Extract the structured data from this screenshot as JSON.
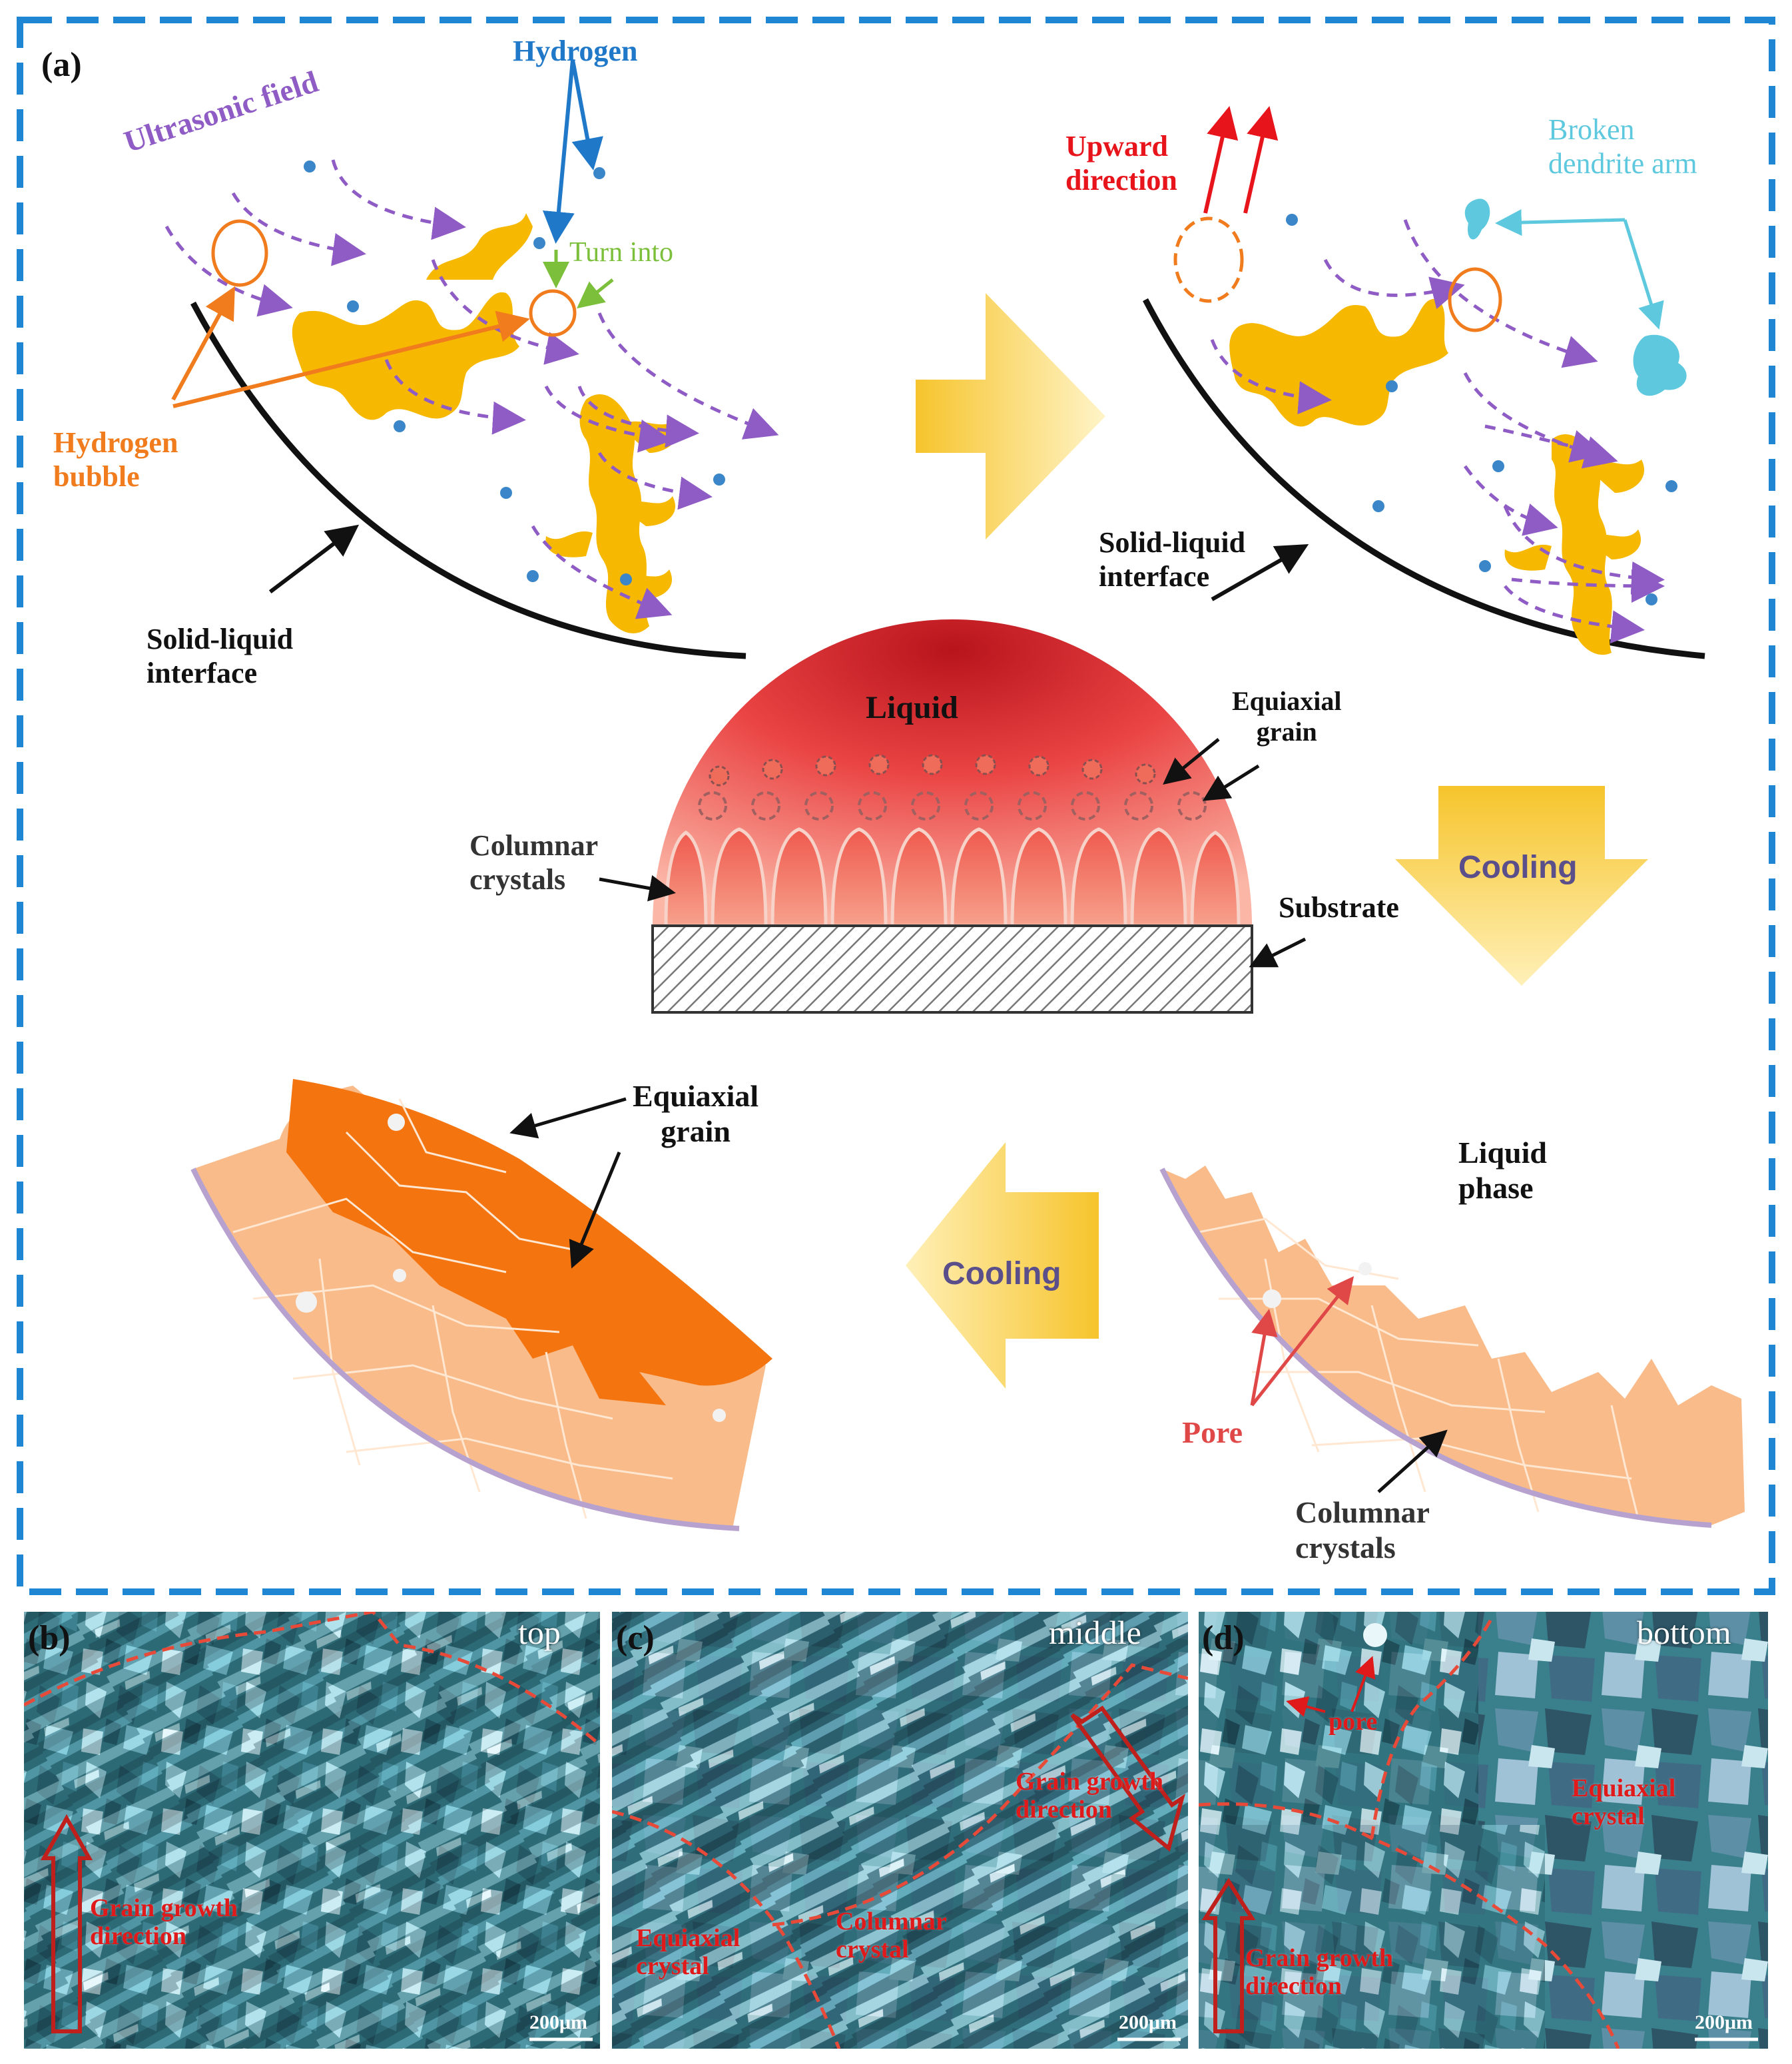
{
  "panel_a": {
    "letter": "(a)",
    "top_left": {
      "hydrogen": "Hydrogen",
      "ultrasonic_field": "Ultrasonic field",
      "turn_into": "Turn into",
      "hydrogen_bubble": "Hydrogen\nbubble",
      "solid_liquid_interface": "Solid-liquid\ninterface"
    },
    "top_right": {
      "upward_direction": "Upward\ndirection",
      "broken_dendrite_arm": "Broken\ndendrite arm",
      "solid_liquid_interface": "Solid-liquid\ninterface"
    },
    "center": {
      "liquid": "Liquid",
      "equiaxial_grain": "Equiaxial\ngrain",
      "columnar_crystals": "Columnar\ncrystals",
      "substrate": "Substrate"
    },
    "cooling_right": "Cooling",
    "cooling_left": "Cooling",
    "bottom_right": {
      "liquid_phase": "Liquid\nphase",
      "pore": "Pore",
      "columnar_crystals": "Columnar\ncrystals"
    },
    "bottom_left": {
      "equiaxial_grain": "Equiaxial\ngrain"
    }
  },
  "panel_b": {
    "letter": "(b)",
    "position": "top",
    "growth": "Grain growth\ndirection",
    "scale": "200μm"
  },
  "panel_c": {
    "letter": "(c)",
    "position": "middle",
    "growth": "Grain growth\ndirection",
    "equiaxial": "Equiaxial\ncrystal",
    "columnar": "Columnar\ncrystal",
    "scale": "200μm"
  },
  "panel_d": {
    "letter": "(d)",
    "position": "bottom",
    "pore": "pore",
    "equiaxial": "Equiaxial\ncrystal",
    "growth": "Grain growth\ndirection",
    "scale": "200μm"
  },
  "colors": {
    "frame": "#1f86d4",
    "dendrite": "#f6b800",
    "ultrasonic": "#8e5cc4",
    "hydrogen": "#1f78c8",
    "bubble": "#f07c1e",
    "upward": "#e8141c",
    "broken_arm": "#5ec9de",
    "pore": "#e04848",
    "micro_label": "#e01a1a"
  }
}
